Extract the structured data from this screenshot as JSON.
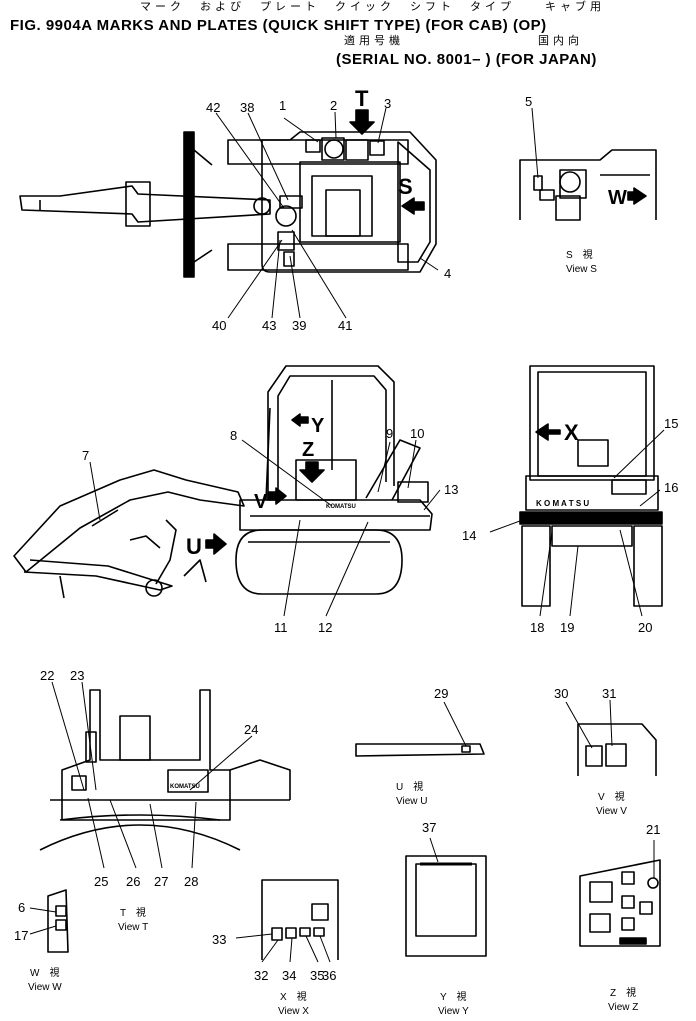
{
  "header": {
    "jp_line1": "マーク　および　プレート　クイック　シフト　タイプ　　キャブ用",
    "title": "FIG. 9904A   MARKS AND PLATES (QUICK SHIFT TYPE)  (FOR CAB)  (OP)",
    "jp_line2_a": "適用号機",
    "jp_line2_b": "国内向",
    "subtitle": "(SERIAL  NO. 8001– )  (FOR JAPAN)"
  },
  "arrows": {
    "T": "T",
    "S": "S",
    "W": "W",
    "Y": "Y",
    "Z": "Z",
    "V": "V",
    "U": "U",
    "X": "X"
  },
  "brand": {
    "komatsu": "KOMATSU",
    "komatsu_rear": "K O M A T S U"
  },
  "callouts": {
    "n1": "1",
    "n2": "2",
    "n3": "3",
    "n4": "4",
    "n5": "5",
    "n6": "6",
    "n7": "7",
    "n8": "8",
    "n9": "9",
    "n10": "10",
    "n11": "11",
    "n12": "12",
    "n13": "13",
    "n14": "14",
    "n15": "15",
    "n16": "16",
    "n17": "17",
    "n18": "18",
    "n19": "19",
    "n20": "20",
    "n21": "21",
    "n22": "22",
    "n23": "23",
    "n24": "24",
    "n25": "25",
    "n26": "26",
    "n27": "27",
    "n28": "28",
    "n29": "29",
    "n30": "30",
    "n31": "31",
    "n32": "32",
    "n33": "33",
    "n34": "34",
    "n35": "35",
    "n36": "36",
    "n37": "37",
    "n38": "38",
    "n39": "39",
    "n40": "40",
    "n41": "41",
    "n42": "42",
    "n43": "43"
  },
  "views": {
    "s_jp": "S　視",
    "s_en": "View S",
    "t_jp": "T　視",
    "t_en": "View T",
    "u_jp": "U　視",
    "u_en": "View U",
    "v_jp": "V　視",
    "v_en": "View V",
    "w_jp": "W　視",
    "w_en": "View W",
    "x_jp": "X　視",
    "x_en": "View X",
    "y_jp": "Y　視",
    "y_en": "View Y",
    "z_jp": "Z　視",
    "z_en": "View Z"
  }
}
